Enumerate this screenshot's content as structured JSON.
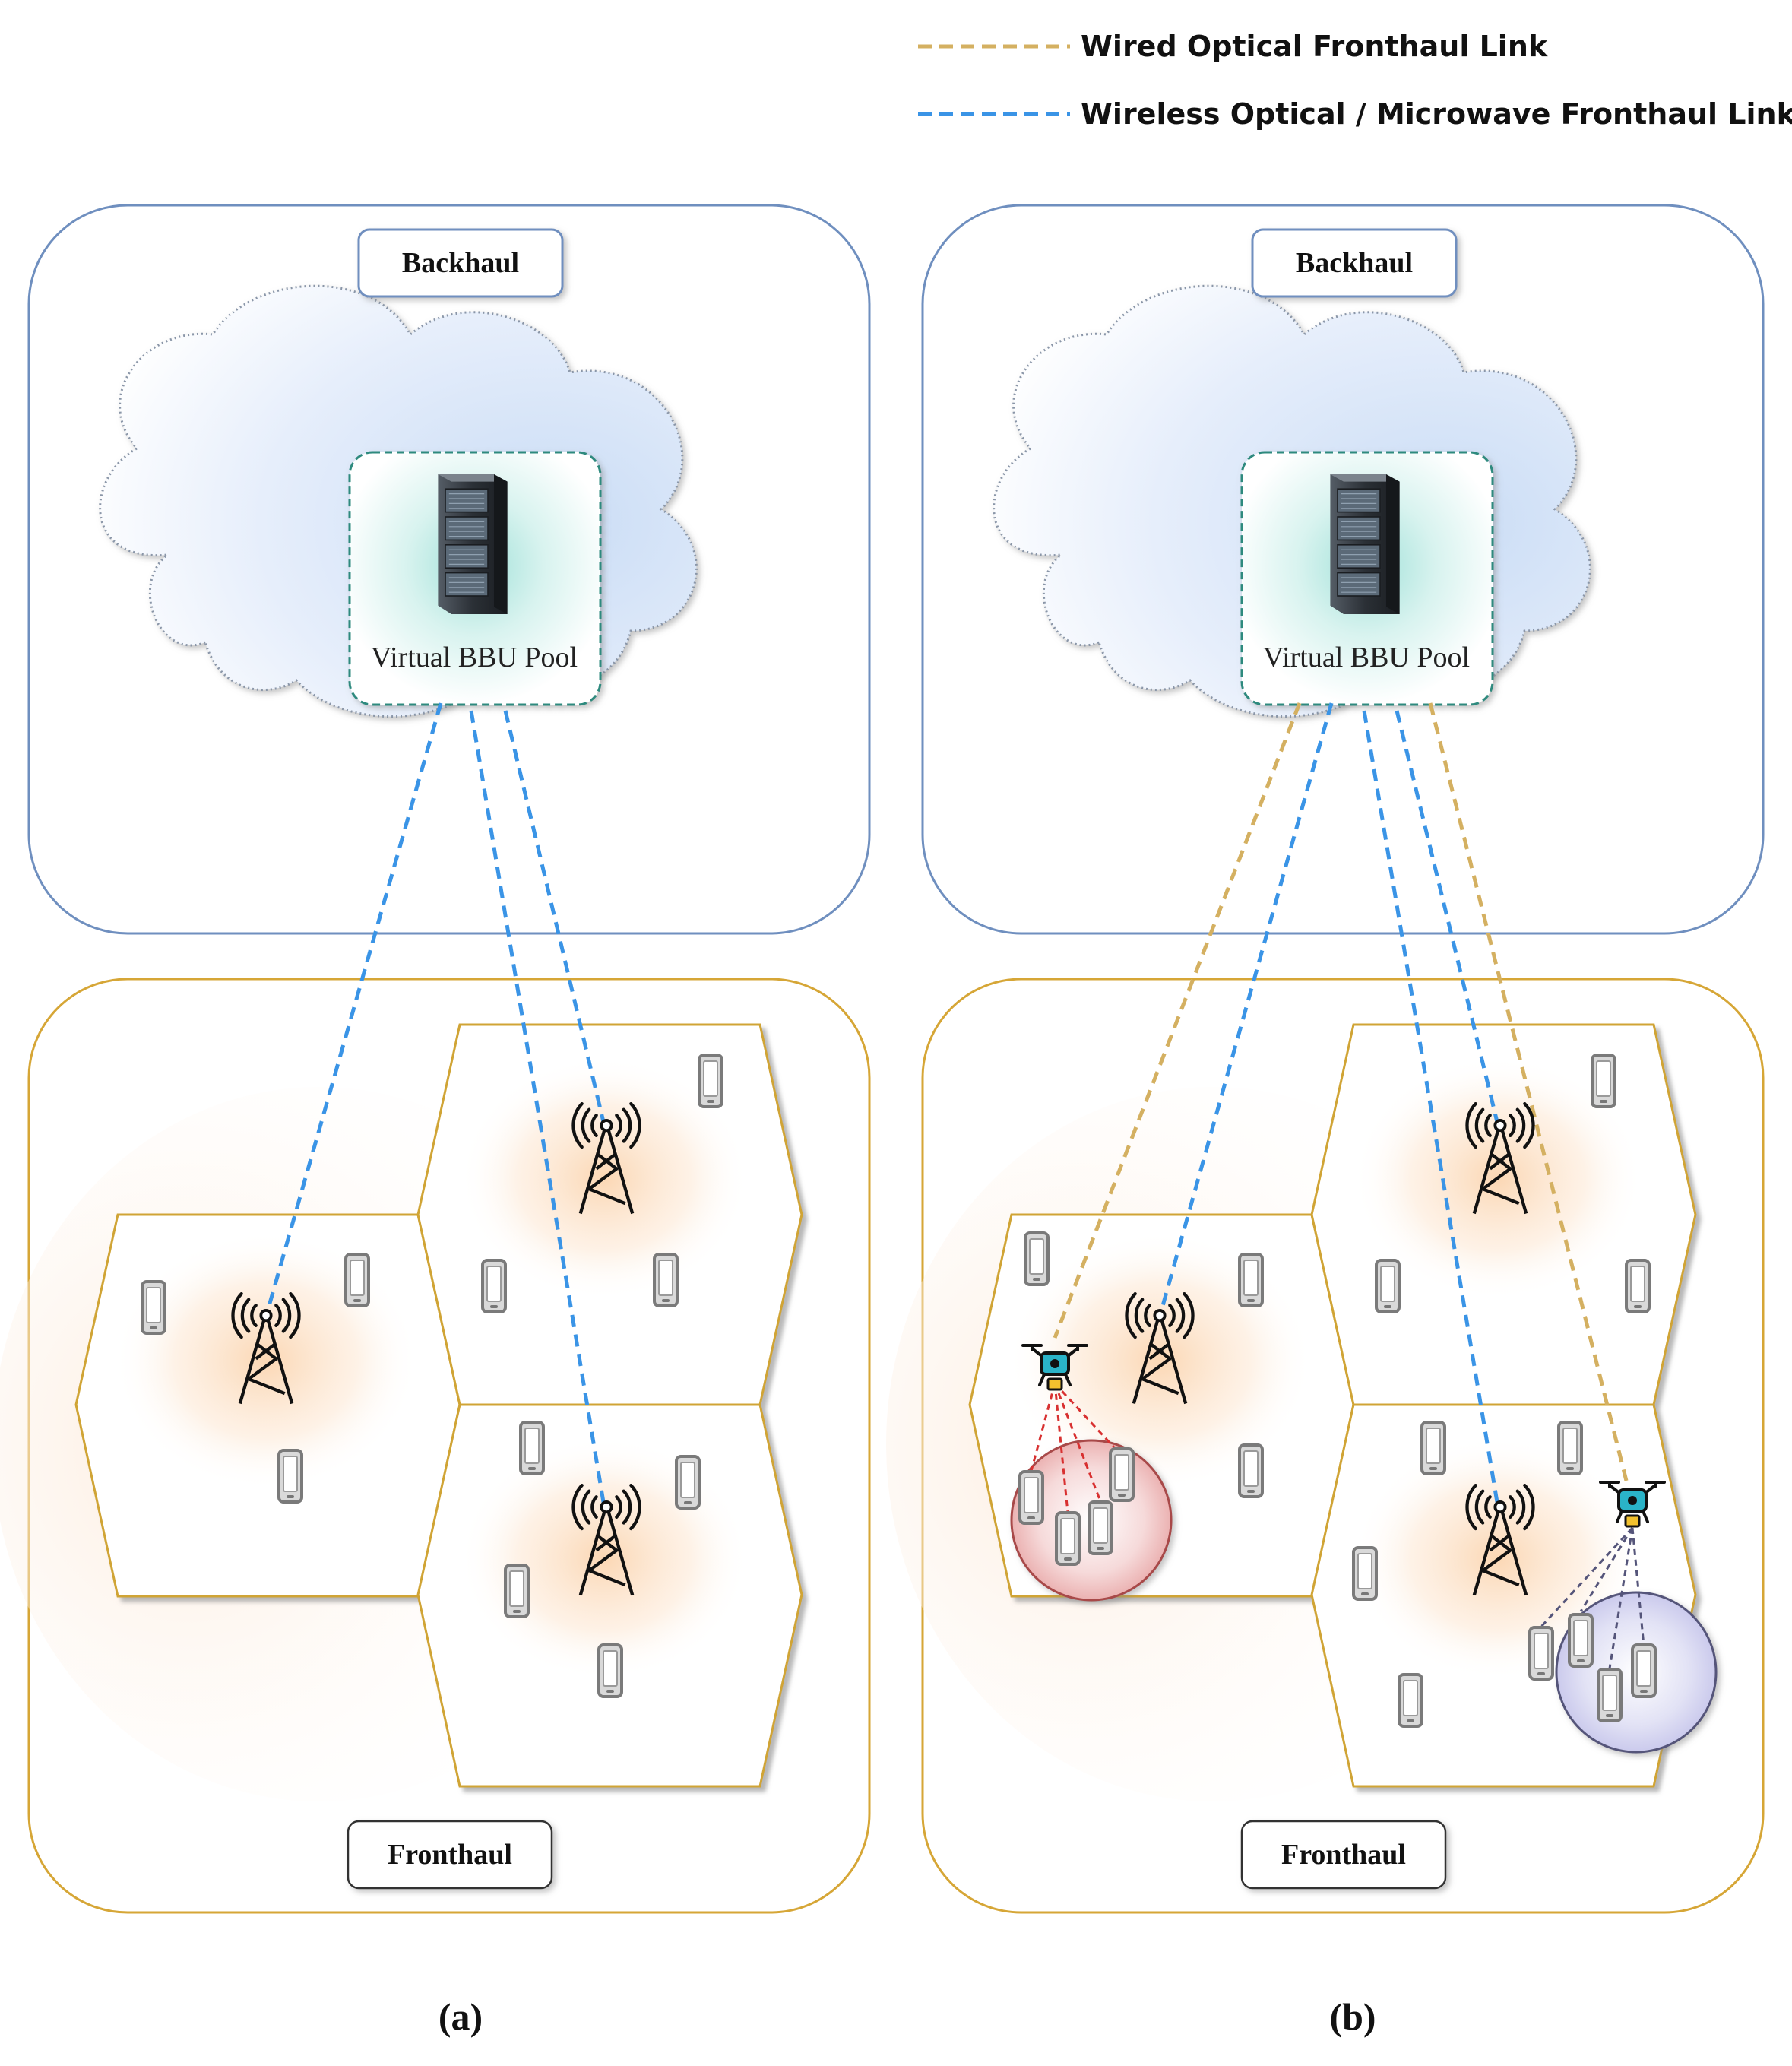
{
  "legend": {
    "wired_label": "Wired Optical Fronthaul Link",
    "wireless_label": "Wireless Optical / Microwave Fronthaul Link",
    "wired_color": "#d4b061",
    "wireless_color": "#3a94e6"
  },
  "panels": [
    {
      "id": "a",
      "caption": "(a)",
      "backhaul_label": "Backhaul",
      "fronthaul_label": "Fronthaul",
      "bbu_label": "Virtual BBU Pool"
    },
    {
      "id": "b",
      "caption": "(b)",
      "backhaul_label": "Backhaul",
      "fronthaul_label": "Fronthaul",
      "bbu_label": "Virtual BBU Pool"
    }
  ],
  "colors": {
    "backhaul_border": "#6f8fbf",
    "fronthaul_border": "#d6a636",
    "hex_border": "#d0a436",
    "cloud_fill": "#d6e5f7",
    "uav_cluster_red": "#e9a8a8",
    "uav_cluster_purple": "#c7c6ea"
  },
  "icons": {
    "server": "server-rack-icon",
    "tower": "cell-tower-icon",
    "phone": "smartphone-icon",
    "uav": "drone-icon"
  }
}
